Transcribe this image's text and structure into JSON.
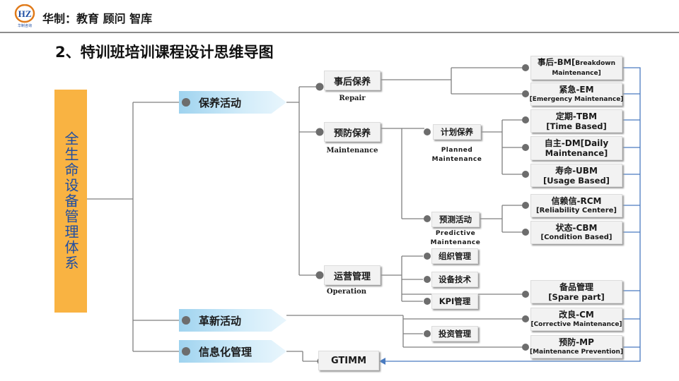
{
  "header": {
    "brand": "华制：教育  顾问   智库",
    "logo_letters": "HZ",
    "logo_sub": "华制咨询"
  },
  "title": "2、特训班培训课程设计思维导图",
  "root": "全生命设备管理体系",
  "level1": {
    "maintenance_activity": "保养活动",
    "innovation_activity": "革新活动",
    "informatization": "信息化管理"
  },
  "level2": {
    "repair": {
      "label": "事后保养",
      "caption": "Repair"
    },
    "preventive": {
      "label": "预防保养",
      "caption": "Maintenance"
    },
    "operation": {
      "label": "运营管理",
      "caption": "Operation"
    },
    "gtimm": {
      "label": "GTIMM"
    }
  },
  "level3": {
    "planned": {
      "label": "计划保养",
      "caption_1": "Planned",
      "caption_2": "Maintenance"
    },
    "predictive": {
      "label": "预测活动",
      "caption_1": "Predictive",
      "caption_2": "Maintenance"
    },
    "org": {
      "label": "组织管理"
    },
    "equip_tech": {
      "label": "设备技术"
    },
    "kpi": {
      "label": "KPI管理"
    },
    "invest": {
      "label": "投资管理"
    }
  },
  "leaves": {
    "bm": {
      "line1": "事后-BM[",
      "line1_small": "Breakdown",
      "line2": "Maintenance]"
    },
    "em": {
      "line1": "紧急-EM",
      "line2": "[Emergency Maintenance]"
    },
    "tbm": {
      "line1": "定期-TBM",
      "line2": "[Time Based]"
    },
    "dm": {
      "line1": "自主-DM[Daily",
      "line2": "Maintenance]"
    },
    "ubm": {
      "line1": "寿命-UBM",
      "line2": "[Usage Based]"
    },
    "rcm": {
      "line1": "信赖信-RCM",
      "line2": "[Reliability Centere]"
    },
    "cbm": {
      "line1": "状态-CBM",
      "line2": "[Condition Based]"
    },
    "spare": {
      "line1": "备品管理",
      "line2": "[Spare part]"
    },
    "cm": {
      "line1": "改良-CM",
      "line2": "[Corrective Maintenance]"
    },
    "mp": {
      "line1": "预防-MP",
      "line2": "[Maintenance Prevention]"
    }
  },
  "colors": {
    "root_fill": "#f9b342",
    "root_text": "#1f4ea3",
    "arrow_fill": "#9fd3ef",
    "connector": "#7f7f7f",
    "feedback_line": "#4a7bc0"
  }
}
